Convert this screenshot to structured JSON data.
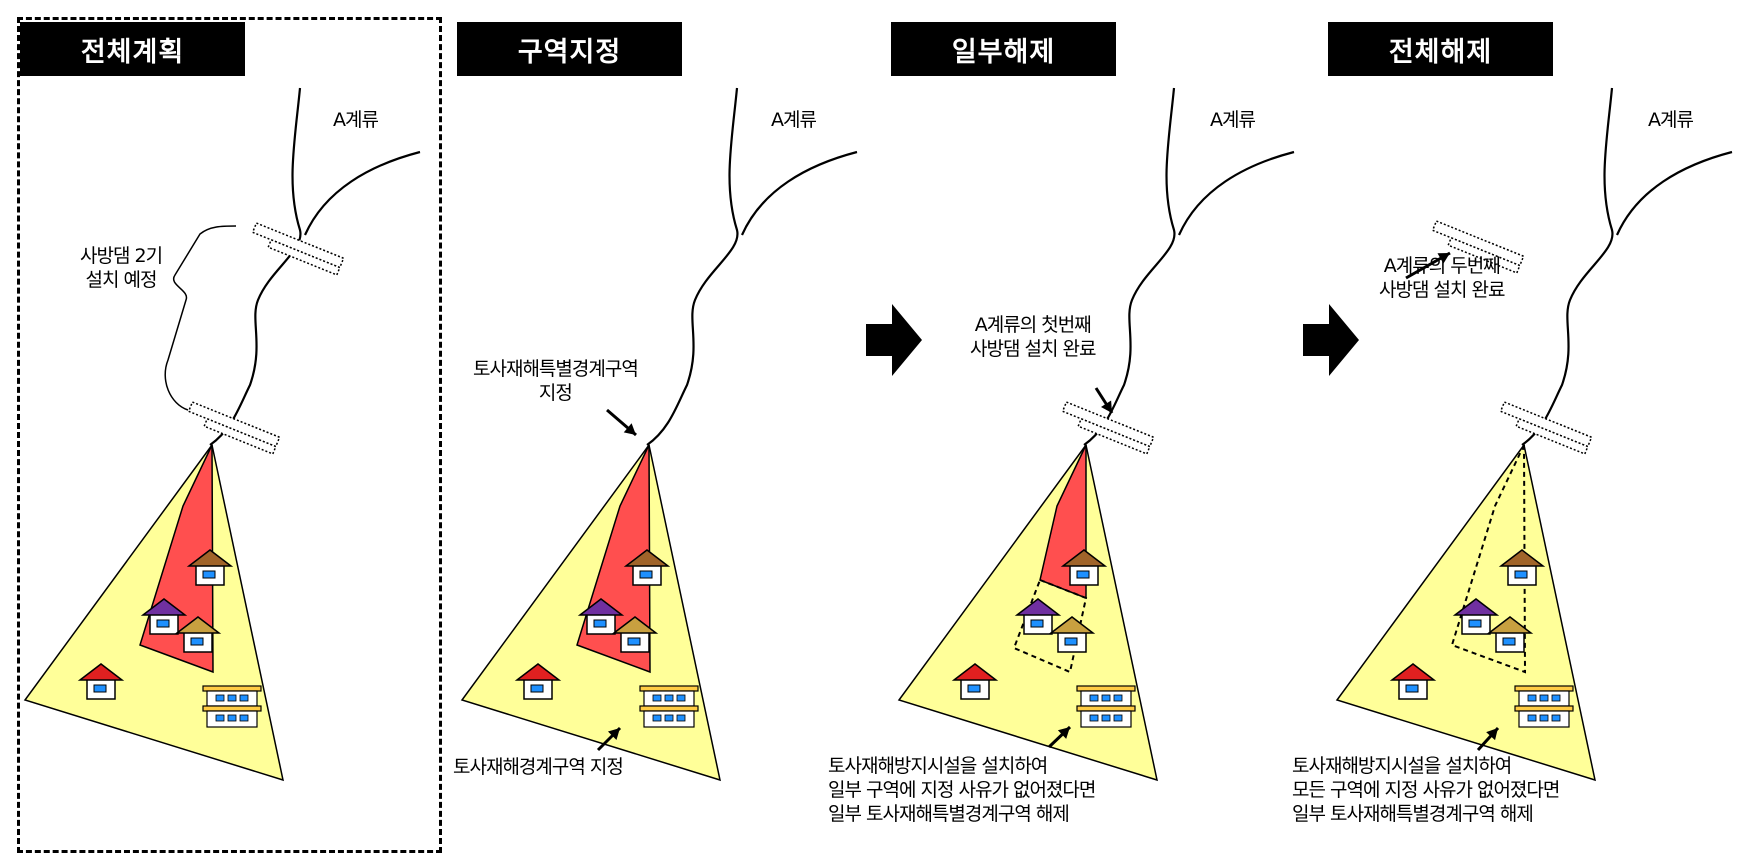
{
  "colors": {
    "danger_zone": "#ff4f4f",
    "warning_zone": "#ffff99",
    "title_bg": "#000000",
    "title_text": "#ffffff",
    "house_wall": "#ffffff",
    "house_window": "#1e90ff",
    "roof_brown": "#a0642a",
    "roof_purple": "#7030a0",
    "roof_gold": "#c8a040",
    "roof_red": "#e02020",
    "apartment_body": "#ffcc44"
  },
  "panels": [
    {
      "title": "전체계획",
      "stream_label": "A계류",
      "annotation_lines": [
        "사방댐 2기",
        "설치 예정"
      ]
    },
    {
      "title": "구역지정",
      "stream_label": "A계류",
      "special_zone_lines": [
        "토사재해특별경계구역",
        "지정"
      ],
      "zone_lines": [
        "토사재해경계구역 지정"
      ]
    },
    {
      "title": "일부해제",
      "stream_label": "A계류",
      "dam_lines": [
        "A계류의 첫번째",
        "사방댐 설치 완료"
      ],
      "release_lines": [
        "토사재해방지시설을 설치하여",
        "일부 구역에 지정 사유가 없어졌다면",
        "일부 토사재해특별경계구역 해제"
      ]
    },
    {
      "title": "전체해제",
      "stream_label": "A계류",
      "dam_lines": [
        "A계류의 두번째",
        "사방댐 설치 완료"
      ],
      "release_lines": [
        "토사재해방지시설을 설치하여",
        "모든 구역에 지정 사유가 없어졌다면",
        "일부 토사재해특별경계구역 해제"
      ]
    }
  ]
}
